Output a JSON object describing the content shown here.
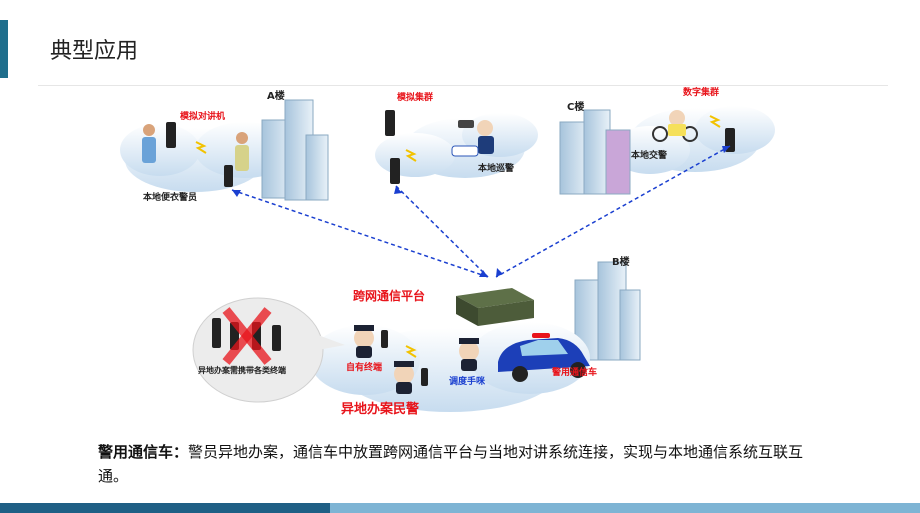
{
  "header": {
    "title": "典型应用"
  },
  "labels": {
    "building_a": "A楼",
    "building_b": "B楼",
    "building_c": "C楼",
    "analog_intercom": "模拟对讲机",
    "analog_trunk": "模拟集群",
    "digital_trunk": "数字集群",
    "plainclothes": "本地便衣警员",
    "patrol": "本地巡警",
    "traffic": "本地交警",
    "platform": "跨网通信平台",
    "own_terminal": "自有终端",
    "dispatch_mic": "调度手咪",
    "police_car": "警用通信车",
    "remote_police": "异地办案民警",
    "remote_need": "异地办案需携带各类终端"
  },
  "caption": {
    "bold": "警用通信车：",
    "text": "警员异地办案，通信车中放置跨网通信平台与当地对讲系统连接，实现与本地通信系统互联互通。"
  },
  "colors": {
    "accent": "#1f6e8c",
    "red_label": "#e8141b",
    "link": "#1a3fd0",
    "cloud": "#d6e6f5"
  }
}
